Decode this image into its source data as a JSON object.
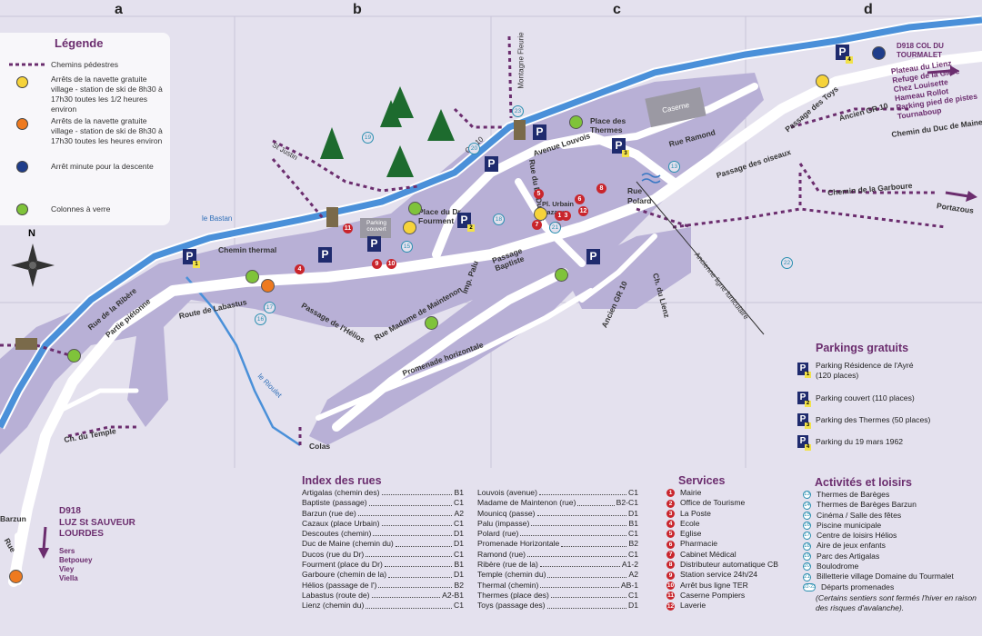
{
  "columns": [
    "a",
    "b",
    "c",
    "d"
  ],
  "colors": {
    "road": "#ffffff",
    "village": "#b8b0d6",
    "river": "#4a90d9",
    "path": "#6b2d6e",
    "accent": "#6b2d6e",
    "navette_yellow": "#f6d33a",
    "navette_orange": "#ee7a1f",
    "glass": "#7fc33a",
    "minute": "#1f3d8a",
    "service": "#c9252c",
    "activity": "#2a8fb0",
    "parking": "#1f2b6e"
  },
  "legend": {
    "title": "Légende",
    "items": [
      {
        "label": "Chemins pédestres"
      },
      {
        "label": "Arrêts de la navette gratuite village - station de ski de 8h30 à 17h30 toutes les 1/2 heures environ"
      },
      {
        "label": "Arrêts de la navette gratuite village - station de ski de 8h30 à 17h30 toutes les heures environ"
      },
      {
        "label": "Arrêt minute pour la descente"
      },
      {
        "label": "Colonnes à verre"
      }
    ]
  },
  "compass": {
    "north": "N"
  },
  "map_labels": {
    "gr10": "GR 10",
    "montagne_fleurie": "Montagne Fleurie",
    "st_justin": "St Justin",
    "le_bastan": "le Bastan",
    "chemin_thermal": "Chemin thermal",
    "parking_couvert": "Parking couvert",
    "place_fourment": "Place du Dr Fourment",
    "avenue_louvois": "Avenue Louvois",
    "place_thermes": "Place des Thermes",
    "caserne": "Caserne",
    "rue_ramond": "Rue Ramond",
    "passage_oiseaux": "Passage des oiseaux",
    "passage_toys": "Passage des Toys",
    "ancien_gr10": "Ancien GR 10",
    "chemin_duc": "Chemin du Duc de Maine",
    "chemin_garboure": "Chemin de la Garboure",
    "portazous": "Portazous",
    "rue_ducos": "Rue du Dr Ducos",
    "pl_urbain": "Pl. Urbain Cazaux",
    "rue_polard": "Rue Polard",
    "passage_baptiste": "Passage Baptiste",
    "imp_palu": "Imp. Palu",
    "rue_ribere": "Rue de la Ribère",
    "partie_pietonne": "Partie piétonne",
    "route_labastus": "Route de Labastus",
    "passage_helios": "Passage de l'Hélios",
    "rue_maintenon": "Rue Madame de Maintenon",
    "promenade": "Promenade horizontale",
    "ancien_gr10_b": "Ancien GR 10",
    "ch_lienz": "Ch. du Lienz",
    "funiculaire": "Ancienne ligne funiculaire",
    "le_rioulet": "le Rioulet",
    "ch_temple": "Ch. du Temple",
    "colas": "Colas",
    "barzun": "Barzun",
    "rue": "Rue"
  },
  "destinations": {
    "d918_col": "D918 COL DU TOURMALET",
    "col_list": [
      "Plateau du Lienz",
      "Refuge de la Glère",
      "Chez Louisette",
      "Hameau Rollot",
      "Parking pied de pistes",
      "Tournaboup"
    ],
    "d918_luz": "D918",
    "luz_title": [
      "LUZ St SAUVEUR",
      "LOURDES"
    ],
    "luz_list": [
      "Sers",
      "Betpouey",
      "Viey",
      "Viella"
    ]
  },
  "index_rues": {
    "title": "Index des rues",
    "col1": [
      {
        "name": "Artigalas (chemin des)",
        "ref": "B1"
      },
      {
        "name": "Baptiste (passage)",
        "ref": "C1"
      },
      {
        "name": "Barzun (rue de)",
        "ref": "A2"
      },
      {
        "name": "Cazaux (place Urbain)",
        "ref": "C1"
      },
      {
        "name": "Descoutes (chemin)",
        "ref": "D1"
      },
      {
        "name": "Duc de Maine (chemin du)",
        "ref": "D1"
      },
      {
        "name": "Ducos (rue du Dr)",
        "ref": "C1"
      },
      {
        "name": "Fourment (place du Dr)",
        "ref": "B1"
      },
      {
        "name": "Garboure (chemin de la)",
        "ref": "D1"
      },
      {
        "name": "Hélios (passage de l')",
        "ref": "B2"
      },
      {
        "name": "Labastus (route de)",
        "ref": "A2-B1"
      },
      {
        "name": "Lienz (chemin du)",
        "ref": "C1"
      }
    ],
    "col2": [
      {
        "name": "Louvois (avenue)",
        "ref": "C1"
      },
      {
        "name": "Madame de Maintenon (rue)",
        "ref": "B2-C1"
      },
      {
        "name": "Mounicq (passe)",
        "ref": "D1"
      },
      {
        "name": "Palu (impasse)",
        "ref": "B1"
      },
      {
        "name": "Polard (rue)",
        "ref": "C1"
      },
      {
        "name": "Promenade Horizontale",
        "ref": "B2"
      },
      {
        "name": "Ramond (rue)",
        "ref": "C1"
      },
      {
        "name": "Ribère (rue de la)",
        "ref": "A1-2"
      },
      {
        "name": "Temple (chemin du)",
        "ref": "A2"
      },
      {
        "name": "Thermal (chemin)",
        "ref": "AB-1"
      },
      {
        "name": "Thermes (place des)",
        "ref": "C1"
      },
      {
        "name": "Toys (passage des)",
        "ref": "D1"
      }
    ]
  },
  "services": {
    "title": "Services",
    "items": [
      {
        "n": "1",
        "label": "Mairie"
      },
      {
        "n": "2",
        "label": "Office de Tourisme"
      },
      {
        "n": "3",
        "label": "La Poste"
      },
      {
        "n": "4",
        "label": "Ecole"
      },
      {
        "n": "5",
        "label": "Eglise"
      },
      {
        "n": "6",
        "label": "Pharmacie"
      },
      {
        "n": "7",
        "label": "Cabinet Médical"
      },
      {
        "n": "8",
        "label": "Distributeur automatique CB"
      },
      {
        "n": "9",
        "label": "Station service 24h/24"
      },
      {
        "n": "10",
        "label": "Arrêt bus ligne TER"
      },
      {
        "n": "11",
        "label": "Caserne Pompiers"
      },
      {
        "n": "12",
        "label": "Laverie"
      }
    ]
  },
  "parkings": {
    "title": "Parkings gratuits",
    "items": [
      {
        "n": "1",
        "label": "Parking Résidence de l'Ayré (120 places)"
      },
      {
        "n": "2",
        "label": "Parking couvert (110 places)"
      },
      {
        "n": "3",
        "label": "Parking des Thermes (50 places)"
      },
      {
        "n": "4",
        "label": "Parking du 19 mars 1962"
      }
    ]
  },
  "activites": {
    "title": "Activités et loisirs",
    "items": [
      {
        "n": "13",
        "label": "Thermes de Barèges"
      },
      {
        "n": "14",
        "label": "Thermes de Barèges Barzun"
      },
      {
        "n": "15",
        "label": "Cinéma / Salle des fêtes"
      },
      {
        "n": "16",
        "label": "Piscine municipale"
      },
      {
        "n": "17",
        "label": "Centre de loisirs Hélios"
      },
      {
        "n": "18",
        "label": "Aire de jeux enfants"
      },
      {
        "n": "19",
        "label": "Parc des Artigalas"
      },
      {
        "n": "20",
        "label": "Boulodrome"
      },
      {
        "n": "21",
        "label": "Billetterie village Domaine du Tourmalet"
      },
      {
        "n": "22-23",
        "label": "Départs promenades"
      }
    ],
    "note": "(Certains sentiers sont fermés l'hiver en raison des risques d'avalanche)."
  },
  "markers": {
    "red": [
      "1",
      "2",
      "3",
      "4",
      "5",
      "6",
      "7",
      "8",
      "9",
      "10",
      "11",
      "12"
    ],
    "blue": [
      "13",
      "14",
      "15",
      "16",
      "17",
      "18",
      "19",
      "20",
      "21",
      "22",
      "23"
    ],
    "parking_labels": [
      "P",
      "1",
      "2",
      "3",
      "4"
    ]
  }
}
